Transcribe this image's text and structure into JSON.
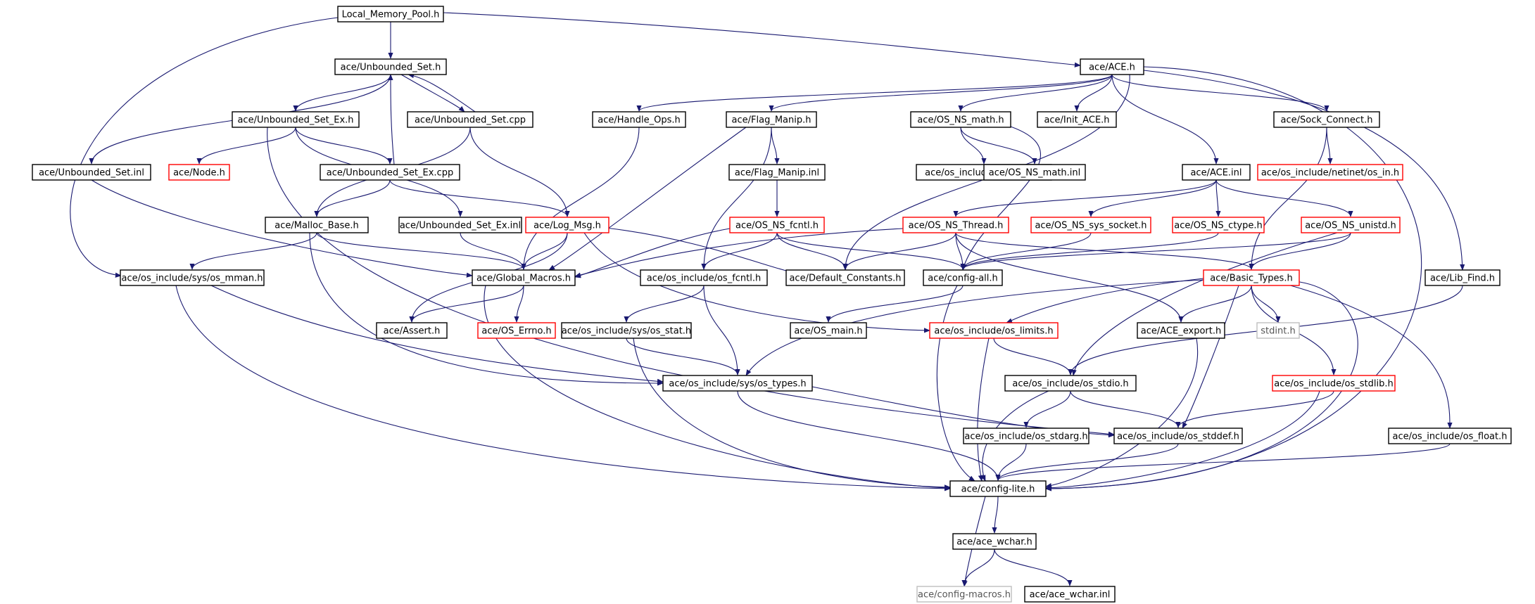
{
  "colors": {
    "edge": "#191970",
    "border_normal": "#000000",
    "border_truncated": "#ff0000",
    "border_external": "#bfbfbf",
    "root_fill": "#bfbfbf",
    "text": "#000000",
    "text_external": "#555555"
  },
  "nodes": [
    {
      "id": "n0",
      "label": "Local_Memory_Pool.h",
      "kind": "root"
    },
    {
      "id": "n1",
      "label": "ace/Unbounded_Set.h",
      "kind": "normal"
    },
    {
      "id": "n2",
      "label": "ace/ACE.h",
      "kind": "normal"
    },
    {
      "id": "n3",
      "label": "ace/Unbounded_Set_Ex.h",
      "kind": "normal"
    },
    {
      "id": "n4",
      "label": "ace/Unbounded_Set.cpp",
      "kind": "normal"
    },
    {
      "id": "n5",
      "label": "ace/Handle_Ops.h",
      "kind": "normal"
    },
    {
      "id": "n6",
      "label": "ace/Flag_Manip.h",
      "kind": "normal"
    },
    {
      "id": "n7",
      "label": "ace/OS_NS_math.h",
      "kind": "normal"
    },
    {
      "id": "n8",
      "label": "ace/Init_ACE.h",
      "kind": "normal"
    },
    {
      "id": "n9",
      "label": "ace/Sock_Connect.h",
      "kind": "normal"
    },
    {
      "id": "n10",
      "label": "ace/Unbounded_Set.inl",
      "kind": "normal"
    },
    {
      "id": "n11",
      "label": "ace/Node.h",
      "kind": "truncated"
    },
    {
      "id": "n12",
      "label": "ace/Unbounded_Set_Ex.cpp",
      "kind": "normal"
    },
    {
      "id": "n13",
      "label": "ace/Flag_Manip.inl",
      "kind": "normal"
    },
    {
      "id": "n14",
      "label": "ace/os_include/os_math.h",
      "kind": "normal"
    },
    {
      "id": "n15",
      "label": "ace/OS_NS_math.inl",
      "kind": "normal"
    },
    {
      "id": "n16",
      "label": "ace/ACE.inl",
      "kind": "normal"
    },
    {
      "id": "n17",
      "label": "ace/os_include/netinet/os_in.h",
      "kind": "truncated"
    },
    {
      "id": "n18",
      "label": "ace/Malloc_Base.h",
      "kind": "normal"
    },
    {
      "id": "n19",
      "label": "ace/Unbounded_Set_Ex.inl",
      "kind": "normal"
    },
    {
      "id": "n20",
      "label": "ace/Log_Msg.h",
      "kind": "truncated"
    },
    {
      "id": "n21",
      "label": "ace/OS_NS_fcntl.h",
      "kind": "truncated"
    },
    {
      "id": "n22",
      "label": "ace/OS_NS_Thread.h",
      "kind": "truncated"
    },
    {
      "id": "n23",
      "label": "ace/OS_NS_sys_socket.h",
      "kind": "truncated"
    },
    {
      "id": "n24",
      "label": "ace/OS_NS_ctype.h",
      "kind": "truncated"
    },
    {
      "id": "n25",
      "label": "ace/OS_NS_unistd.h",
      "kind": "truncated"
    },
    {
      "id": "n26",
      "label": "ace/os_include/sys/os_mman.h",
      "kind": "normal"
    },
    {
      "id": "n27",
      "label": "ace/Global_Macros.h",
      "kind": "normal"
    },
    {
      "id": "n28",
      "label": "ace/os_include/os_fcntl.h",
      "kind": "normal"
    },
    {
      "id": "n29",
      "label": "ace/Default_Constants.h",
      "kind": "normal"
    },
    {
      "id": "n30",
      "label": "ace/config-all.h",
      "kind": "normal"
    },
    {
      "id": "n31",
      "label": "ace/Basic_Types.h",
      "kind": "truncated"
    },
    {
      "id": "n32",
      "label": "ace/Lib_Find.h",
      "kind": "normal"
    },
    {
      "id": "n33",
      "label": "ace/Assert.h",
      "kind": "normal"
    },
    {
      "id": "n34",
      "label": "ace/OS_Errno.h",
      "kind": "truncated"
    },
    {
      "id": "n35",
      "label": "ace/os_include/sys/os_stat.h",
      "kind": "normal"
    },
    {
      "id": "n36",
      "label": "ace/OS_main.h",
      "kind": "normal"
    },
    {
      "id": "n37",
      "label": "ace/os_include/os_limits.h",
      "kind": "truncated"
    },
    {
      "id": "n38",
      "label": "ace/ACE_export.h",
      "kind": "normal"
    },
    {
      "id": "n39",
      "label": "stdint.h",
      "kind": "external"
    },
    {
      "id": "n40",
      "label": "ace/os_include/sys/os_types.h",
      "kind": "normal"
    },
    {
      "id": "n41",
      "label": "ace/os_include/os_stdio.h",
      "kind": "normal"
    },
    {
      "id": "n42",
      "label": "ace/os_include/os_stdlib.h",
      "kind": "truncated"
    },
    {
      "id": "n43",
      "label": "ace/os_include/os_stdarg.h",
      "kind": "normal"
    },
    {
      "id": "n44",
      "label": "ace/os_include/os_stddef.h",
      "kind": "normal"
    },
    {
      "id": "n45",
      "label": "ace/os_include/os_float.h",
      "kind": "normal"
    },
    {
      "id": "n46",
      "label": "ace/config-lite.h",
      "kind": "normal"
    },
    {
      "id": "n47",
      "label": "ace/ace_wchar.h",
      "kind": "normal"
    },
    {
      "id": "n48",
      "label": "ace/config-macros.h",
      "kind": "external"
    },
    {
      "id": "n49",
      "label": "ace/ace_wchar.inl",
      "kind": "normal"
    }
  ],
  "edges": [
    [
      "n0",
      "n1"
    ],
    [
      "n0",
      "n2"
    ],
    [
      "n0",
      "n26"
    ],
    [
      "n1",
      "n3"
    ],
    [
      "n1",
      "n4"
    ],
    [
      "n1",
      "n10"
    ],
    [
      "n3",
      "n11"
    ],
    [
      "n3",
      "n12"
    ],
    [
      "n3",
      "n19"
    ],
    [
      "n3",
      "n44"
    ],
    [
      "n4",
      "n1"
    ],
    [
      "n4",
      "n18"
    ],
    [
      "n4",
      "n20"
    ],
    [
      "n12",
      "n1"
    ],
    [
      "n12",
      "n18"
    ],
    [
      "n12",
      "n20"
    ],
    [
      "n10",
      "n27"
    ],
    [
      "n19",
      "n27"
    ],
    [
      "n18",
      "n26"
    ],
    [
      "n18",
      "n40"
    ],
    [
      "n18",
      "n27"
    ],
    [
      "n20",
      "n27"
    ],
    [
      "n20",
      "n33"
    ],
    [
      "n20",
      "n29"
    ],
    [
      "n20",
      "n37"
    ],
    [
      "n2",
      "n5"
    ],
    [
      "n2",
      "n6"
    ],
    [
      "n2",
      "n7"
    ],
    [
      "n2",
      "n8"
    ],
    [
      "n2",
      "n9"
    ],
    [
      "n2",
      "n16"
    ],
    [
      "n2",
      "n32"
    ],
    [
      "n2",
      "n46"
    ],
    [
      "n2",
      "n29"
    ],
    [
      "n5",
      "n27"
    ],
    [
      "n6",
      "n13"
    ],
    [
      "n6",
      "n27"
    ],
    [
      "n6",
      "n28"
    ],
    [
      "n13",
      "n21"
    ],
    [
      "n7",
      "n14"
    ],
    [
      "n7",
      "n15"
    ],
    [
      "n7",
      "n30"
    ],
    [
      "n9",
      "n17"
    ],
    [
      "n9",
      "n31"
    ],
    [
      "n16",
      "n22"
    ],
    [
      "n16",
      "n23"
    ],
    [
      "n16",
      "n24"
    ],
    [
      "n16",
      "n25"
    ],
    [
      "n21",
      "n27"
    ],
    [
      "n21",
      "n28"
    ],
    [
      "n21",
      "n29"
    ],
    [
      "n21",
      "n30"
    ],
    [
      "n22",
      "n27"
    ],
    [
      "n22",
      "n29"
    ],
    [
      "n22",
      "n30"
    ],
    [
      "n22",
      "n31"
    ],
    [
      "n22",
      "n38"
    ],
    [
      "n23",
      "n30"
    ],
    [
      "n24",
      "n30"
    ],
    [
      "n25",
      "n30"
    ],
    [
      "n25",
      "n31"
    ],
    [
      "n25",
      "n41"
    ],
    [
      "n26",
      "n40"
    ],
    [
      "n26",
      "n46"
    ],
    [
      "n27",
      "n33"
    ],
    [
      "n27",
      "n34"
    ],
    [
      "n27",
      "n46"
    ],
    [
      "n28",
      "n35"
    ],
    [
      "n28",
      "n40"
    ],
    [
      "n30",
      "n36"
    ],
    [
      "n30",
      "n46"
    ],
    [
      "n31",
      "n37"
    ],
    [
      "n31",
      "n38"
    ],
    [
      "n31",
      "n39"
    ],
    [
      "n31",
      "n40"
    ],
    [
      "n31",
      "n42"
    ],
    [
      "n31",
      "n44"
    ],
    [
      "n31",
      "n45"
    ],
    [
      "n31",
      "n46"
    ],
    [
      "n32",
      "n41"
    ],
    [
      "n35",
      "n40"
    ],
    [
      "n35",
      "n46"
    ],
    [
      "n37",
      "n41"
    ],
    [
      "n37",
      "n46"
    ],
    [
      "n38",
      "n46"
    ],
    [
      "n40",
      "n44"
    ],
    [
      "n40",
      "n46"
    ],
    [
      "n41",
      "n43"
    ],
    [
      "n41",
      "n44"
    ],
    [
      "n41",
      "n46"
    ],
    [
      "n42",
      "n44"
    ],
    [
      "n42",
      "n46"
    ],
    [
      "n43",
      "n46"
    ],
    [
      "n44",
      "n46"
    ],
    [
      "n45",
      "n46"
    ],
    [
      "n46",
      "n47"
    ],
    [
      "n46",
      "n48"
    ],
    [
      "n47",
      "n48"
    ],
    [
      "n47",
      "n49"
    ]
  ]
}
